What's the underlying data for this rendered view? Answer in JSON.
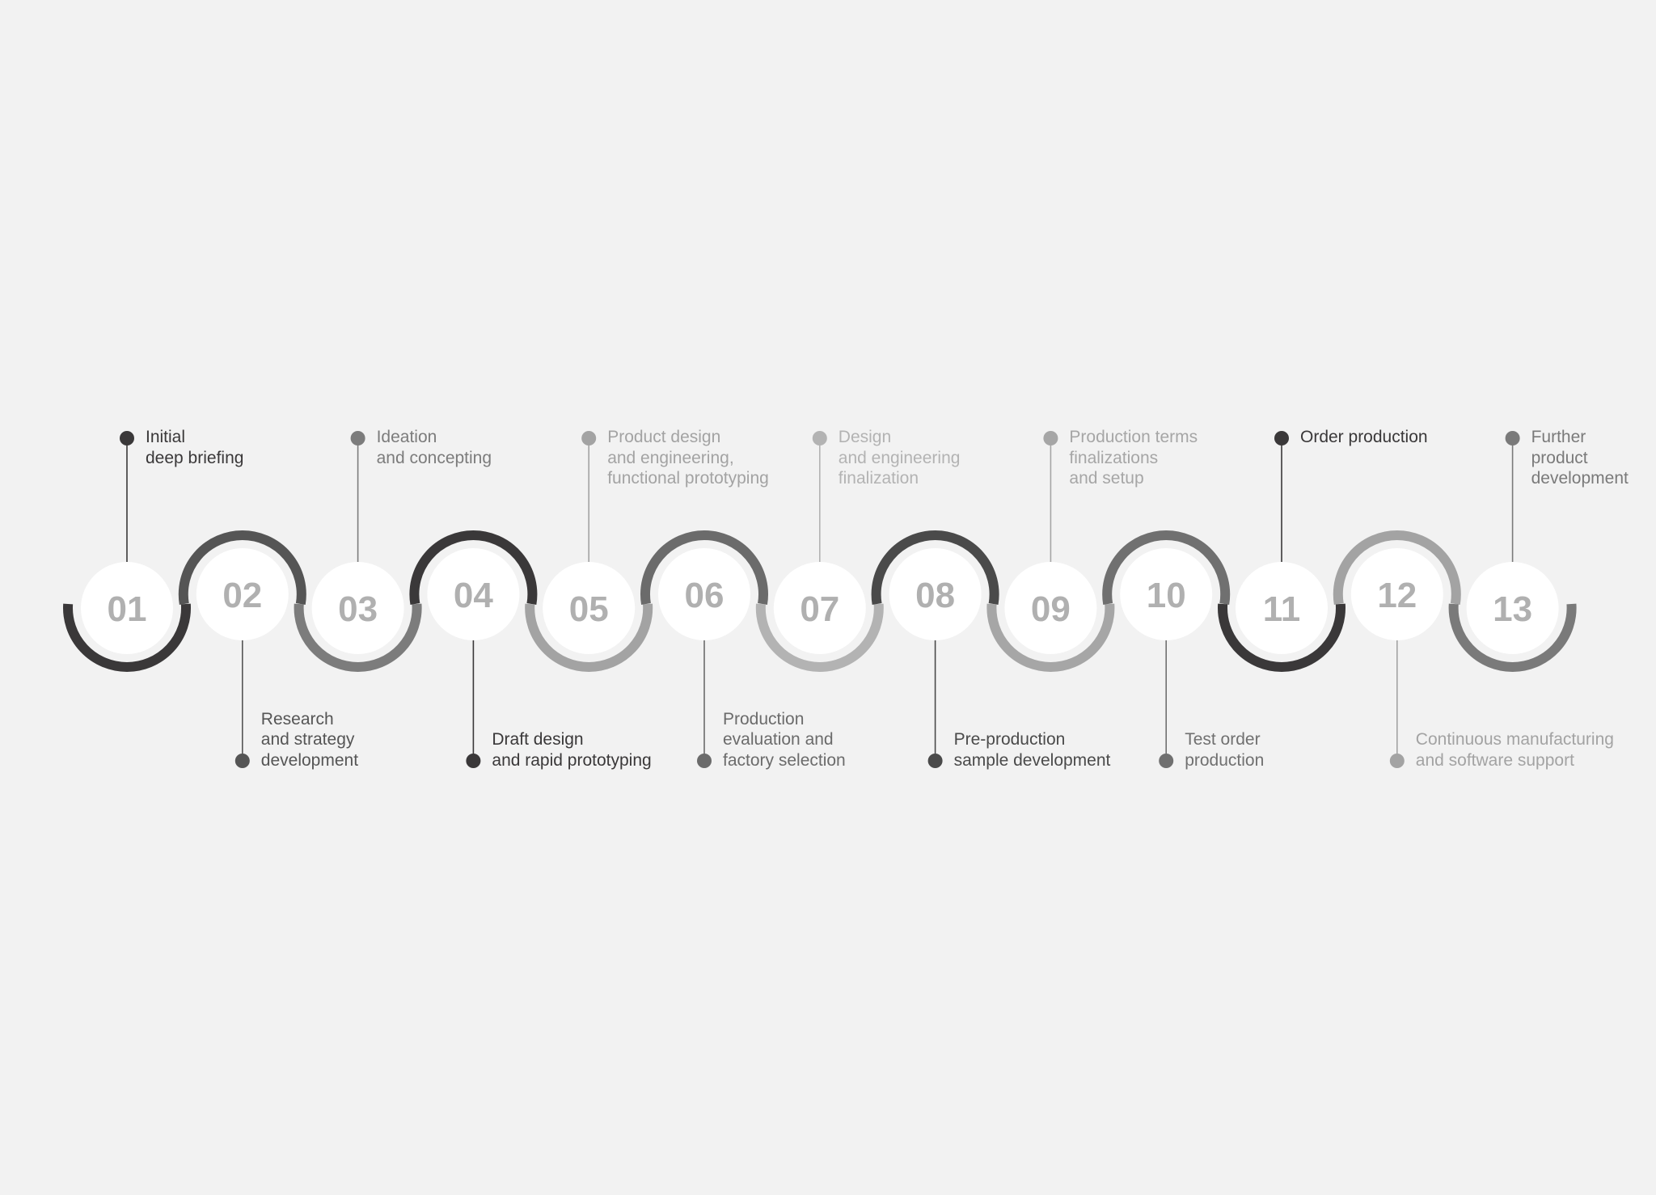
{
  "diagram": {
    "steps": [
      {
        "number": "01",
        "lines": [
          "Initial",
          "deep briefing"
        ],
        "color": "#3a3839"
      },
      {
        "number": "02",
        "lines": [
          "Research",
          "and strategy",
          "development"
        ],
        "color": "#555555"
      },
      {
        "number": "03",
        "lines": [
          "Ideation",
          "and concepting"
        ],
        "color": "#7c7c7c"
      },
      {
        "number": "04",
        "lines": [
          "Draft design",
          "and rapid prototyping"
        ],
        "color": "#3a3839"
      },
      {
        "number": "05",
        "lines": [
          "Product design",
          "and engineering,",
          "functional prototyping"
        ],
        "color": "#a3a3a3"
      },
      {
        "number": "06",
        "lines": [
          "Production",
          "evaluation and",
          "factory selection"
        ],
        "color": "#6b6b6b"
      },
      {
        "number": "07",
        "lines": [
          "Design",
          "and engineering",
          "finalization"
        ],
        "color": "#b3b3b3"
      },
      {
        "number": "08",
        "lines": [
          "Pre-production",
          "sample development"
        ],
        "color": "#4a4a4a"
      },
      {
        "number": "09",
        "lines": [
          "Production terms",
          "finalizations",
          "and setup"
        ],
        "color": "#a6a6a6"
      },
      {
        "number": "10",
        "lines": [
          "Test order",
          "production"
        ],
        "color": "#707070"
      },
      {
        "number": "11",
        "lines": [
          "Order production"
        ],
        "color": "#3a3839"
      },
      {
        "number": "12",
        "lines": [
          "Continuous manufacturing",
          "and software support"
        ],
        "color": "#a3a3a3"
      },
      {
        "number": "13",
        "lines": [
          "Further",
          "product",
          "development"
        ],
        "color": "#7a7a7a"
      }
    ],
    "number_color": "#b0b0b0",
    "circle_fill": "#ffffff",
    "background": "#f2f2f2"
  }
}
